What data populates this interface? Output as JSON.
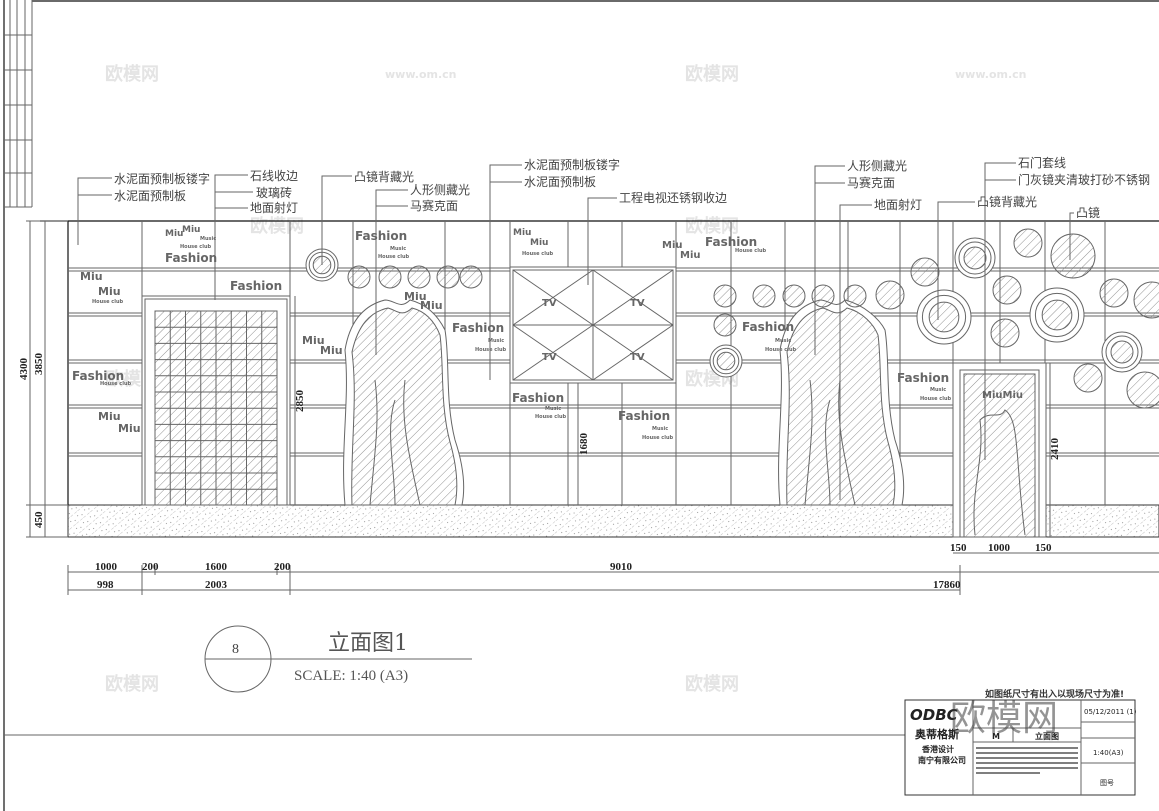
{
  "drawing": {
    "title": "立面图1",
    "scale": "SCALE:  1:40 (A3)",
    "detail_number": "8"
  },
  "annotations": {
    "cement_panel_carved": "水泥面预制板镂字",
    "cement_panel": "水泥面预制板",
    "stone_edge": "石线收边",
    "glass_brick": "玻璃砖",
    "floor_spotlight": "地面射灯",
    "convex_mirror_backlight": "凸镜背藏光",
    "figure_side_light": "人形侧藏光",
    "mosaic_surface": "马赛克面",
    "tv_steel_edge": "工程电视还锈钢收边",
    "stone_door_trim": "石门套线",
    "door_mirror_glass": "门灰镜夹清玻打砂不锈钢",
    "convex_mirror": "凸镜"
  },
  "wall_text": {
    "fashion": "Fashion",
    "miu": "Miu",
    "music": "Music",
    "house_club": "House club",
    "miumiu": "MiuMiu",
    "tv": "TV"
  },
  "dimensions": {
    "total_height": "4300",
    "wall_height": "3850",
    "floor_band": "450",
    "door_height": "2850",
    "tv_height": "1680",
    "right_door_height": "2410",
    "row1": [
      "1000",
      "200",
      "1600",
      "200",
      "9010"
    ],
    "row2": [
      "998",
      "2003",
      "17860"
    ],
    "right_door": [
      "150",
      "1000",
      "150"
    ]
  },
  "title_block": {
    "notice": "如图纸尺寸有出入以现场尺寸为准!",
    "logo": "ODBC",
    "company": "奥蒂格斯",
    "line1": "香港设计",
    "line2": "南宁有限公司",
    "date": "05/12/2011 (1)",
    "sheet": "M",
    "sheet_title": "立面图",
    "scale": "1:40(A3)",
    "drawing_no": "图号"
  },
  "watermark": {
    "brand": "欧模网",
    "url": "www.om.cn"
  },
  "colors": {
    "line": "#666666",
    "ink": "#111111"
  }
}
